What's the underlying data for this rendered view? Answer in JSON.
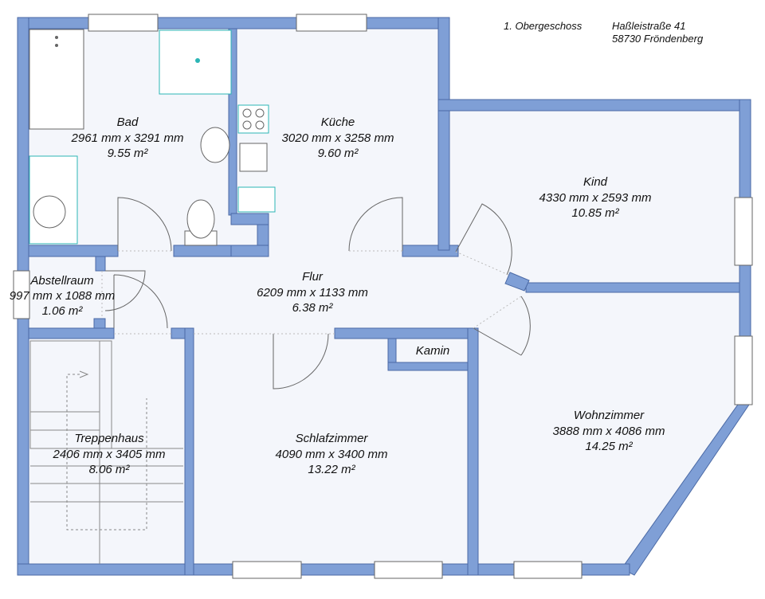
{
  "header": {
    "floor": "1. Obergeschoss",
    "street": "Haßleistraße 41",
    "city": "58730 Fröndenberg"
  },
  "rooms": [
    {
      "name": "Bad",
      "dims": "2961 mm x 3291 mm",
      "area": "9.55 m²"
    },
    {
      "name": "Küche",
      "dims": "3020 mm x 3258 mm",
      "area": "9.60 m²"
    },
    {
      "name": "Kind",
      "dims": "4330 mm x 2593 mm",
      "area": "10.85 m²"
    },
    {
      "name": "Flur",
      "dims": "6209 mm x 1133 mm",
      "area": "6.38 m²"
    },
    {
      "name": "Abstellraum",
      "dims": "997 mm x 1088 mm",
      "area": "1.06 m²"
    },
    {
      "name": "Treppenhaus",
      "dims": "2406 mm x 3405 mm",
      "area": "8.06 m²"
    },
    {
      "name": "Schlafzimmer",
      "dims": "4090 mm x 3400 mm",
      "area": "13.22 m²"
    },
    {
      "name": "Wohnzimmer",
      "dims": "3888 mm x 4086 mm",
      "area": "14.25 m²"
    }
  ],
  "kamin": "Kamin",
  "colors": {
    "wall": "#7f9fd6",
    "floor": "#f4f6fb",
    "fixture": "#2bb5b5"
  }
}
